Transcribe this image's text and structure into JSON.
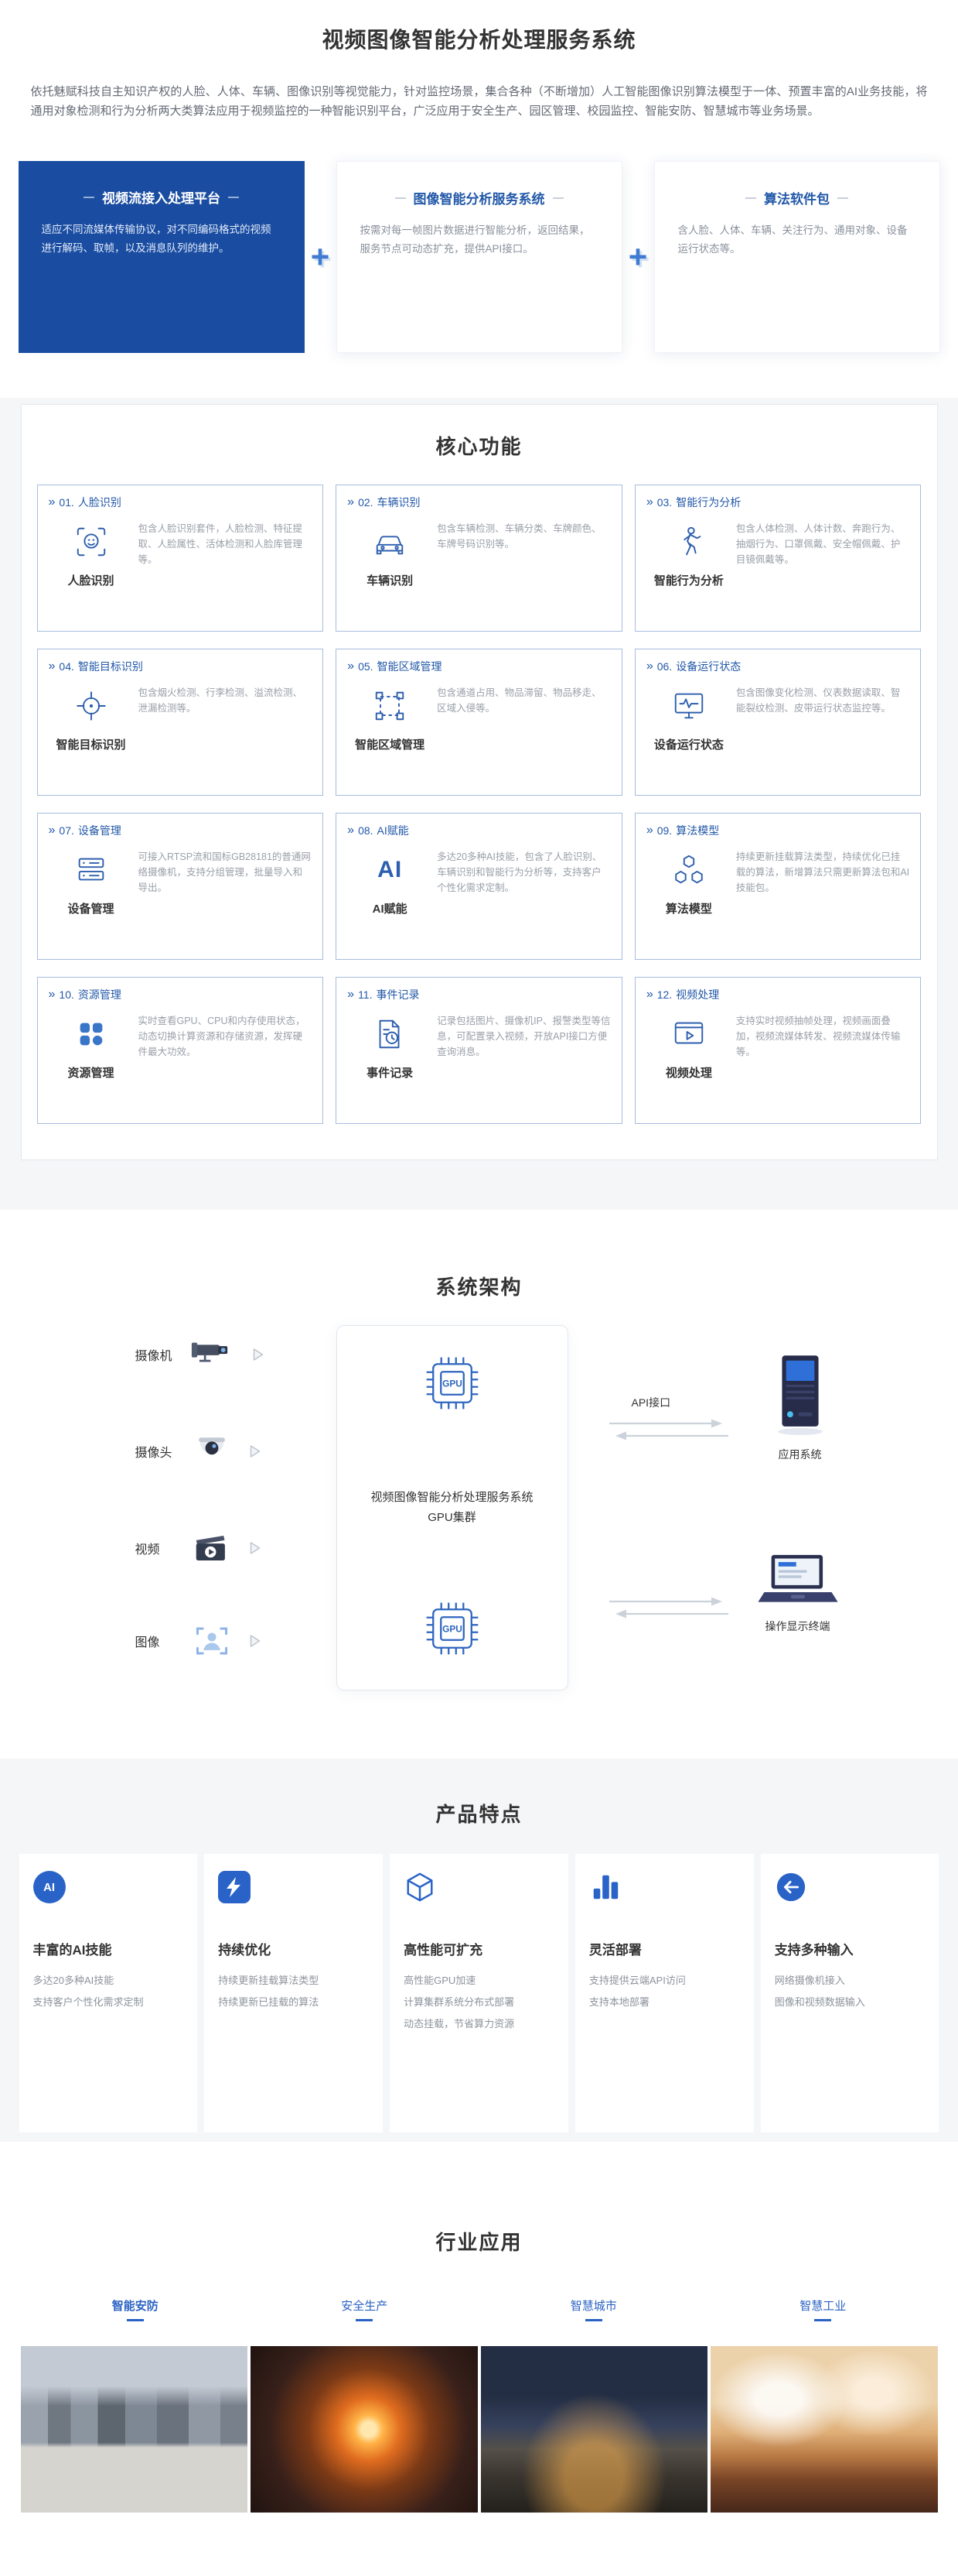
{
  "colors": {
    "primary": "#2258a8",
    "primary_dark": "#1a4da1",
    "accent": "#2e66c0",
    "section_bg": "#f5f6f8"
  },
  "page": {
    "title": "视频图像智能分析处理服务系统",
    "intro": "依托魅赋科技自主知识产权的人脸、人体、车辆、图像识别等视觉能力，针对监控场景，集合各种（不断增加）人工智能图像识别算法模型于一体、预置丰富的AI业务技能，将通用对象检测和行为分析两大类算法应用于视频监控的一种智能识别平台，广泛应用于安全生产、园区管理、校园监控、智能安防、智慧城市等业务场景。"
  },
  "combo": {
    "plus": "+",
    "boxes": [
      {
        "title": "视频流接入处理平台",
        "desc": "适应不同流媒体传输协议，对不同编码格式的视频进行解码、取帧，以及消息队列的维护。"
      },
      {
        "title": "图像智能分析服务系统",
        "desc": "按需对每一帧图片数据进行智能分析，返回结果，服务节点可动态扩充，提供API接口。"
      },
      {
        "title": "算法软件包",
        "desc": "含人脸、人体、车辆、关注行为、通用对象、设备运行状态等。"
      }
    ]
  },
  "core": {
    "heading": "核心功能",
    "marker": "»",
    "cards": [
      {
        "no": "01.",
        "title": "人脸识别",
        "label": "人脸识别",
        "icon": "face-scan-icon",
        "desc": "包含人脸识别套件，人脸检测、特征提取、人脸属性、活体检测和人脸库管理等。"
      },
      {
        "no": "02.",
        "title": "车辆识别",
        "label": "车辆识别",
        "icon": "car-icon",
        "desc": "包含车辆检测、车辆分类、车牌颜色、车牌号码识别等。"
      },
      {
        "no": "03.",
        "title": "智能行为分析",
        "label": "智能行为分析",
        "icon": "person-behavior-icon",
        "desc": "包含人体检测、人体计数、奔跑行为、抽烟行为、口罩佩戴、安全帽佩戴、护目镜佩戴等。"
      },
      {
        "no": "04.",
        "title": "智能目标识别",
        "label": "智能目标识别",
        "icon": "target-icon",
        "desc": "包含烟火检测、行李检测、溢流检测、泄漏检测等。"
      },
      {
        "no": "05.",
        "title": "智能区域管理",
        "label": "智能区域管理",
        "icon": "region-icon",
        "desc": "包含通道占用、物品滞留、物品移走、区域入侵等。"
      },
      {
        "no": "06.",
        "title": "设备运行状态",
        "label": "设备运行状态",
        "icon": "monitor-wave-icon",
        "desc": "包含图像变化检测、仪表数据读取、智能裂纹检测、皮带运行状态监控等。"
      },
      {
        "no": "07.",
        "title": "设备管理",
        "label": "设备管理",
        "icon": "device-stack-icon",
        "desc": "可接入RTSP流和国标GB28181的普通网络摄像机，支持分组管理，批量导入和导出。"
      },
      {
        "no": "08.",
        "title": "AI赋能",
        "label": "AI赋能",
        "icon": "ai-letters-icon",
        "icon_text": "AI",
        "desc": "多达20多种AI技能，包含了人脸识别、车辆识别和智能行为分析等，支持客户个性化需求定制。"
      },
      {
        "no": "09.",
        "title": "算法模型",
        "label": "算法模型",
        "icon": "hexagons-icon",
        "desc": "持续更新挂载算法类型，持续优化已挂载的算法，新增算法只需更新算法包和AI技能包。"
      },
      {
        "no": "10.",
        "title": "资源管理",
        "label": "资源管理",
        "icon": "resource-grid-icon",
        "desc": "实时查看GPU、CPU和内存使用状态，动态切换计算资源和存储资源，发挥硬件最大功效。"
      },
      {
        "no": "11.",
        "title": "事件记录",
        "label": "事件记录",
        "icon": "event-log-icon",
        "desc": "记录包括图片、摄像机IP、报警类型等信息，可配置录入视频，开放API接口方便查询消息。"
      },
      {
        "no": "12.",
        "title": "视频处理",
        "label": "视频处理",
        "icon": "video-process-icon",
        "desc": "支持实时视频抽帧处理，视频画面叠加，视频流媒体转发、视频流媒体传输等。"
      }
    ]
  },
  "architecture": {
    "heading": "系统架构",
    "sources": [
      {
        "label": "摄像机",
        "icon": "cctv-camera-icon"
      },
      {
        "label": "摄像头",
        "icon": "dome-camera-icon"
      },
      {
        "label": "视频",
        "icon": "video-clip-icon"
      },
      {
        "label": "图像",
        "icon": "image-scan-icon"
      }
    ],
    "center": {
      "line1": "视频图像智能分析处理服务系统",
      "line2": "GPU集群",
      "chip_label": "GPU"
    },
    "api_label": "API接口",
    "nodes": [
      {
        "label": "应用系统",
        "icon": "server-icon"
      },
      {
        "label": "操作显示终端",
        "icon": "laptop-icon"
      }
    ]
  },
  "features": {
    "heading": "产品特点",
    "items": [
      {
        "title": "丰富的AI技能",
        "icon": "ai-badge-icon",
        "icon_text": "AI",
        "lines": [
          "多达20多种AI技能",
          "支持客户个性化需求定制"
        ]
      },
      {
        "title": "持续优化",
        "icon": "bolt-icon",
        "lines": [
          "持续更新挂载算法类型",
          "持续更新已挂载的算法"
        ]
      },
      {
        "title": "高性能可扩充",
        "icon": "cube-icon",
        "lines": [
          "高性能GPU加速",
          "计算集群系统分布式部署",
          "动态挂载，节省算力资源"
        ]
      },
      {
        "title": "灵活部署",
        "icon": "bars-icon",
        "lines": [
          "支持提供云端API访问",
          "支持本地部署"
        ]
      },
      {
        "title": "支持多种输入",
        "icon": "input-arrow-icon",
        "lines": [
          "网络摄像机接入",
          "图像和视频数据输入"
        ]
      }
    ]
  },
  "industry": {
    "heading": "行业应用",
    "tabs": [
      {
        "label": "智能安防",
        "active": true
      },
      {
        "label": "安全生产",
        "active": false
      },
      {
        "label": "智慧城市",
        "active": false
      },
      {
        "label": "智慧工业",
        "active": false
      }
    ],
    "photos": [
      {
        "name": "智能安防场景-城市建筑"
      },
      {
        "name": "安全生产场景-工业作业"
      },
      {
        "name": "智慧城市场景-城市交通"
      },
      {
        "name": "智慧工业场景-电厂"
      }
    ]
  }
}
